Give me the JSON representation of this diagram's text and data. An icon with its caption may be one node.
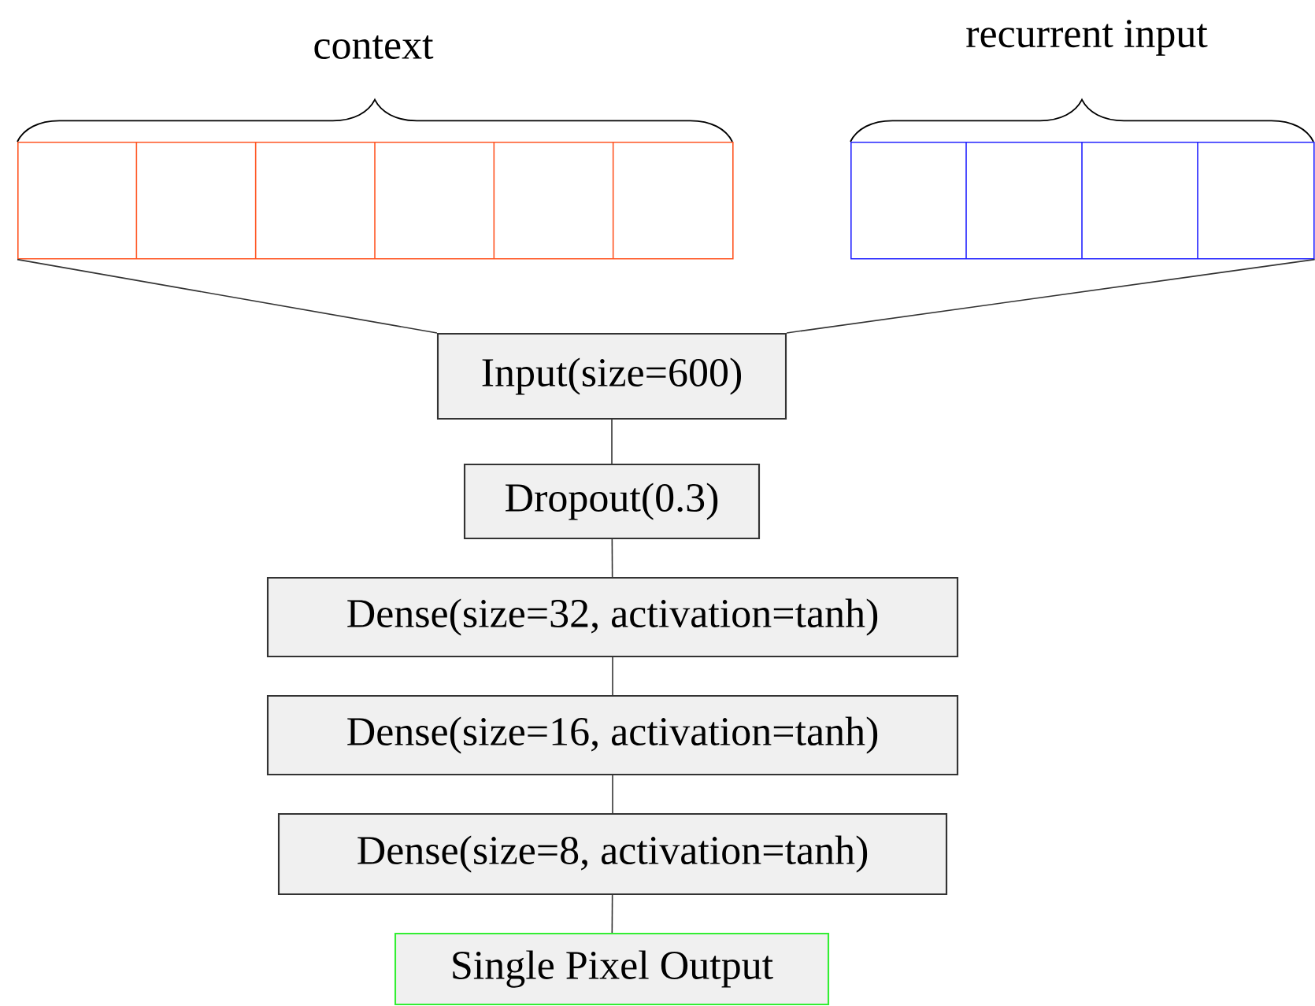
{
  "diagram": {
    "nodes": [
      {
        "text": [
          "context"
        ]
      },
      {
        "text": [
          "recurrent input"
        ]
      },
      {
        "text": [
          "Input(size=600)"
        ]
      },
      {
        "text": [
          "Dropout(0.3)"
        ]
      },
      {
        "text": [
          "Dense(size=32, activation=tanh)"
        ]
      },
      {
        "text": [
          "Dense(size=16, activation=tanh)"
        ]
      },
      {
        "text": [
          "Dense(size=8, activation=tanh)"
        ]
      },
      {
        "text": [
          "Single Pixel Output"
        ]
      }
    ],
    "edges": [
      {
        "from": 0,
        "to": 2,
        "arrow": "none"
      },
      {
        "from": 1,
        "to": 2,
        "arrow": "none"
      },
      {
        "from": 2,
        "to": 3,
        "arrow": "none"
      },
      {
        "from": 3,
        "to": 4,
        "arrow": "none"
      },
      {
        "from": 4,
        "to": 5,
        "arrow": "none"
      },
      {
        "from": 5,
        "to": 6,
        "arrow": "none"
      },
      {
        "from": 6,
        "to": 7,
        "arrow": "none"
      }
    ]
  }
}
